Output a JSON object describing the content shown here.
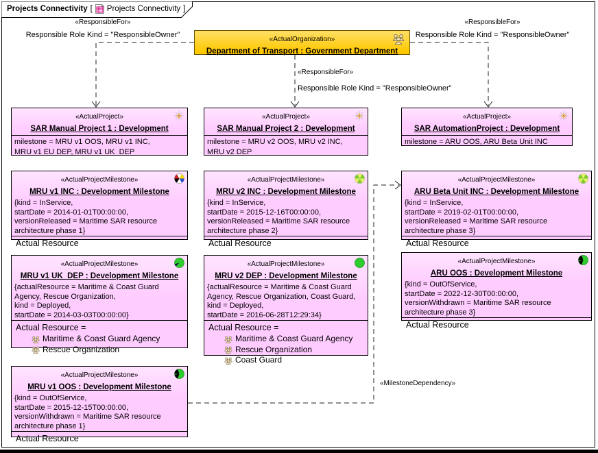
{
  "header": {
    "title": "Projects Connectivity",
    "bracket_left": "[",
    "diagram_name": "Projects Connectivity",
    "bracket_right": "]"
  },
  "edges": {
    "responsible_for_stereotype": "«ResponsibleFor»",
    "responsible_role_kind": "Responsible Role Kind = \"ResponsibleOwner\"",
    "milestone_dependency_stereotype": "«MilestoneDependency»"
  },
  "colors": {
    "organization_fill": "#FFCC00",
    "element_fill": "#FFCCFF",
    "border": "#000000"
  },
  "organization": {
    "stereotype": "«ActualOrganization»",
    "name": "Department of Transport : Government Department",
    "icon": "organization-people-icon"
  },
  "projects": [
    {
      "stereotype": "«ActualProject»",
      "name": "SAR Manual Project 1 : Development",
      "body": "milestone = MRU v1 OOS, MRU v1 INC,\nMRU v1 EU DEP, MRU v1 UK  DEP"
    },
    {
      "stereotype": "«ActualProject»",
      "name": "SAR Manual Project 2 : Development",
      "body": "milestone = MRU v2 OOS, MRU v2 INC,\nMRU v2 DEP"
    },
    {
      "stereotype": "«ActualProject»",
      "name": "SAR AutomationProject : Development",
      "body": "milestone = ARU OOS, ARU Beta Unit INC"
    }
  ],
  "milestones": [
    {
      "stereotype": "«ActualProjectMilestone»",
      "name": "MRU v1 INC : Development Milestone",
      "attrs": "{kind = InService,\nstartDate = 2014-01-01T00:00:00,\nversionReleased = Maritime SAR resource\narchitecture phase 1}",
      "compartment_label": "Actual Resource",
      "resources": []
    },
    {
      "stereotype": "«ActualProjectMilestone»",
      "name": "MRU v2 INC : Development Milestone",
      "attrs": "{kind = InService,\nstartDate = 2015-12-16T00:00:00,\nversionReleased = Maritime SAR resource\narchitecture phase 2}",
      "compartment_label": "Actual Resource",
      "resources": []
    },
    {
      "stereotype": "«ActualProjectMilestone»",
      "name": "ARU Beta Unit INC : Development Milestone",
      "attrs": "{kind = InService,\nstartDate = 2019-02-01T00:00:00,\nversionReleased = Maritime SAR resource\narchitecture phase 3}",
      "compartment_label": "Actual Resource",
      "resources": []
    },
    {
      "stereotype": "«ActualProjectMilestone»",
      "name": "MRU v1 UK  DEP : Development Milestone",
      "attrs": "{actualResource = Maritime & Coast Guard\nAgency, Rescue Organization,\nkind = Deployed,\nstartDate = 2014-03-03T00:00:00}",
      "compartment_label": "Actual Resource =",
      "resources": [
        "Maritime & Coast Guard Agency",
        "Rescue Organization"
      ]
    },
    {
      "stereotype": "«ActualProjectMilestone»",
      "name": "MRU v2 DEP : Development Milestone",
      "attrs": "{actualResource = Maritime & Coast Guard\nAgency, Rescue Organization, Coast Guard,\nkind = Deployed,\nstartDate = 2016-06-28T12:29:34}",
      "compartment_label": "Actual Resource =",
      "resources": [
        "Maritime & Coast Guard Agency",
        "Rescue Organization",
        "Coast Guard"
      ]
    },
    {
      "stereotype": "«ActualProjectMilestone»",
      "name": "ARU OOS : Development Milestone",
      "attrs": "{kind = OutOfService,\nstartDate = 2022-12-30T00:00:00,\nversionWithdrawn = Maritime SAR resource\narchitecture phase 3}",
      "compartment_label": "Actual Resource",
      "resources": []
    },
    {
      "stereotype": "«ActualProjectMilestone»",
      "name": "MRU v1 OOS : Development Milestone",
      "attrs": "{kind = OutOfService,\nstartDate = 2015-12-15T00:00:00,\nversionWithdrawn = Maritime SAR resource\narchitecture phase 1}",
      "compartment_label": "Actual Resource",
      "resources": []
    }
  ]
}
